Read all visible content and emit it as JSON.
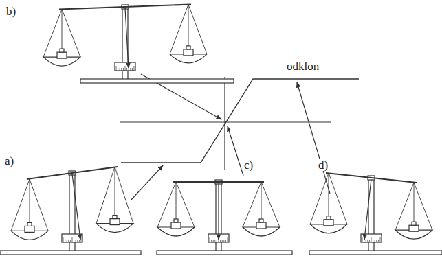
{
  "diagram": {
    "labels": [
      "b)",
      "odklon",
      "a)",
      "c)",
      "d)"
    ]
  }
}
